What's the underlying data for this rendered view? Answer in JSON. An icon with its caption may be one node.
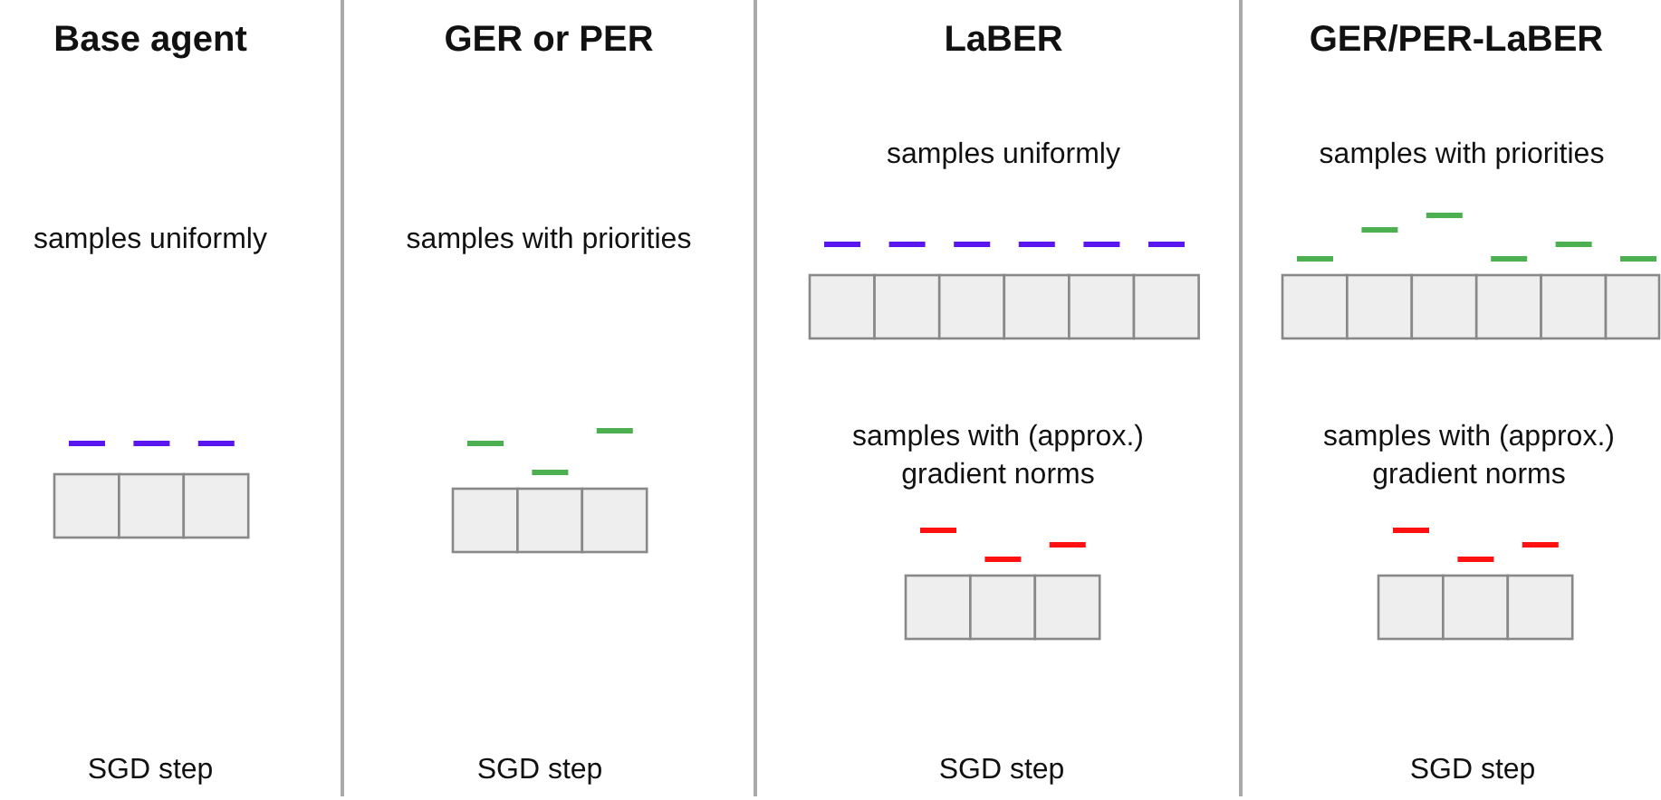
{
  "diagram": {
    "labels": [
      "Base agent",
      "samples uniformly",
      "SGD step",
      "GER or PER",
      "samples with priorities",
      "SGD step",
      "LaBER",
      "samples uniformly",
      "samples with (approx.) gradient norms",
      "SGD step",
      "GER/PER-LaBER",
      "samples with priorities",
      "samples with (approx.) gradient norms",
      "SGD step"
    ]
  }
}
